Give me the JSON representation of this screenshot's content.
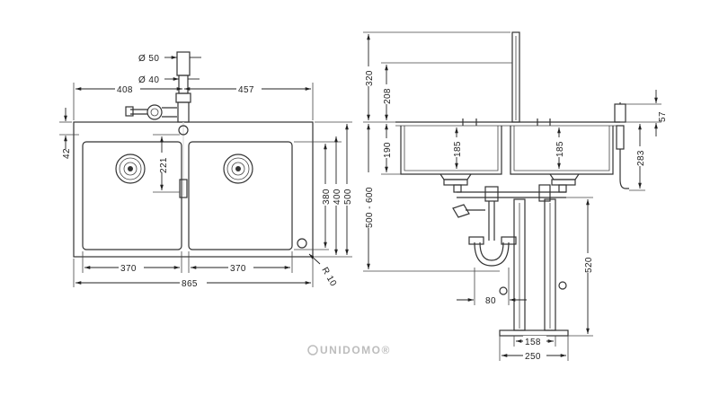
{
  "watermark": "UNIDOMO®",
  "top_view": {
    "dims": {
      "d50": "Ø 50",
      "d40": "Ø 40",
      "w408": "408",
      "w457": "457",
      "h42": "42",
      "h221": "221",
      "h380": "380",
      "h400": "400",
      "h500": "500",
      "w370a": "370",
      "w370b": "370",
      "w865": "865",
      "r10": "R 10"
    }
  },
  "side_view": {
    "dims": {
      "h320": "320",
      "h208": "208",
      "h190": "190",
      "h185a": "185",
      "h185b": "185",
      "h500_600": "500 - 600",
      "h57": "57",
      "h283": "283",
      "h520": "520",
      "w80": "80",
      "w158": "158",
      "w250": "250"
    }
  }
}
